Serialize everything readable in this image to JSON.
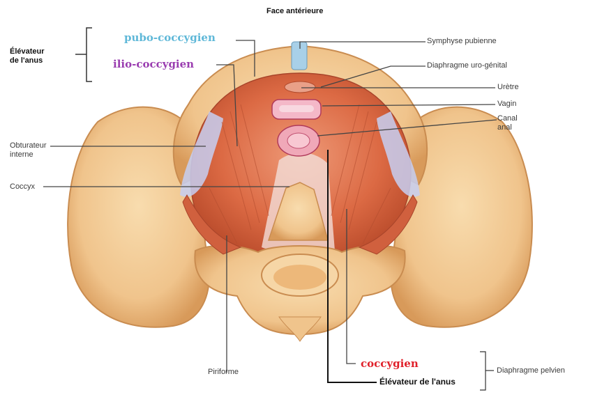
{
  "figure": {
    "title": "Face antérieure",
    "colors": {
      "bone": "#f0c890",
      "bone_dark": "#c88a4a",
      "muscle": "#d8643e",
      "muscle_light": "#ea8a64",
      "fascia": "#c8cff0",
      "pubo_label": "#5fb8d8",
      "ilio_label": "#9a3db0",
      "coccy_label": "#e0202a"
    },
    "labels": {
      "elevateur_group": "Élévateur\nde l'anus",
      "pubo_coccygien": "pubo-coccygien",
      "ilio_coccygien": "ilio-coccygien",
      "symphyse": "Symphyse pubienne",
      "diaphragme_uro": "Diaphragme uro-génital",
      "uretre": "Urètre",
      "vagin": "Vagin",
      "canal_anal": "Canal\nanal",
      "obturateur": "Obturateur\ninterne",
      "coccyx": "Coccyx",
      "piriforme": "Piriforme",
      "coccygien": "coccygien",
      "elevateur_bottom": "Élévateur de l'anus",
      "diaphragme_pelvien": "Diaphragme pelvien"
    }
  }
}
